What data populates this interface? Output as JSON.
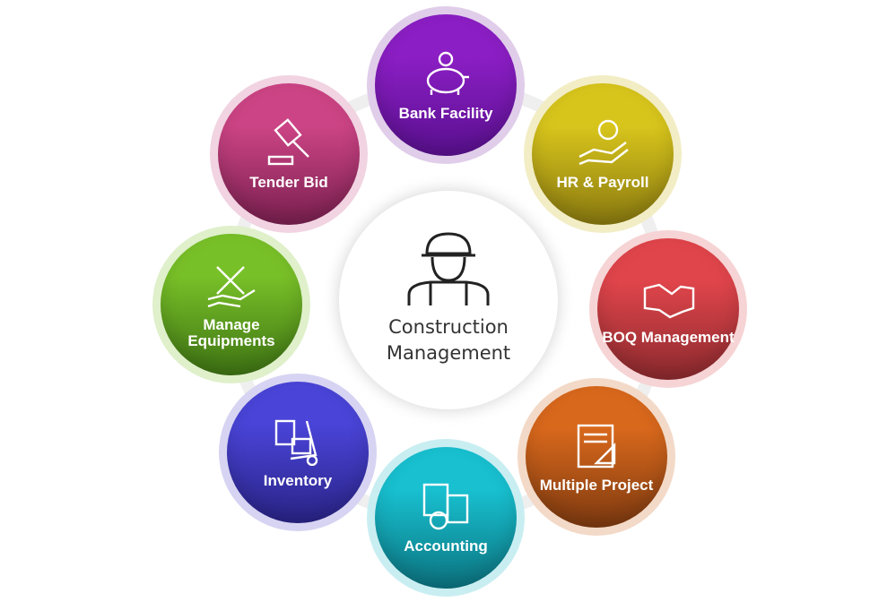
{
  "center": {
    "line1": "Construction",
    "line2": "Management",
    "icon": "construction-worker-icon"
  },
  "nodes": [
    {
      "label": "Bank Facility",
      "icon": "piggy-bank-icon",
      "color": "#8b1ec4",
      "dark": "#5a1090",
      "halo": "#e0cdea"
    },
    {
      "label": "HR & Payroll",
      "icon": "hand-coin-icon",
      "color": "#d8c51c",
      "dark": "#8a7a10",
      "halo": "#f2edc4"
    },
    {
      "label": "BOQ Management",
      "icon": "handshake-icon",
      "color": "#e0454b",
      "dark": "#8c2a2e",
      "halo": "#f6d3d4"
    },
    {
      "label": "Multiple Project",
      "icon": "blueprint-icon",
      "color": "#d8681c",
      "dark": "#7e3a10",
      "halo": "#f3d9c7"
    },
    {
      "label": "Accounting",
      "icon": "calculator-icon",
      "color": "#18c0d0",
      "dark": "#0c7480",
      "halo": "#c9eef2"
    },
    {
      "label": "Inventory",
      "icon": "hand-truck-icon",
      "color": "#4a44d8",
      "dark": "#2a2488",
      "halo": "#d6d4f2"
    },
    {
      "label": "Manage Equipments",
      "icon": "tools-icon",
      "color": "#78c028",
      "dark": "#3f7414",
      "halo": "#dff0cb"
    },
    {
      "label": "Tender Bid",
      "icon": "gavel-icon",
      "color": "#cc4485",
      "dark": "#7a2050",
      "halo": "#f1d3e1"
    }
  ]
}
